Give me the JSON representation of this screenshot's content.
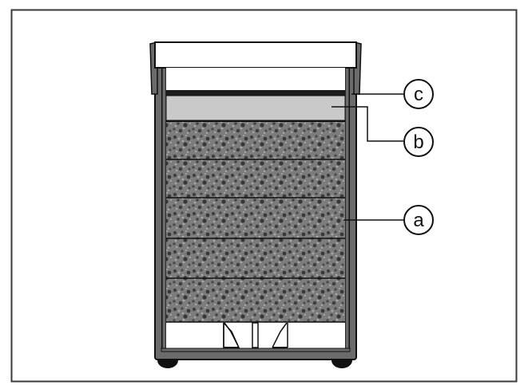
{
  "diagram": {
    "title": "",
    "description": "Cross-section of a filter container with stacked foam layers",
    "colors": {
      "frame": "#3a3a3a",
      "wall": "#6b6b6b",
      "wall_outline": "#111111",
      "foam": "#7a7a7a",
      "foam_dark": "#3c3c3c",
      "foam_light": "#a8a8a8",
      "pad": "#c9c9c9",
      "cover": "#1c1c1c",
      "background": "#ffffff"
    },
    "callouts": [
      {
        "id": "c",
        "label": "c",
        "target": "top cover / dark layer"
      },
      {
        "id": "b",
        "label": "b",
        "target": "light grey pad"
      },
      {
        "id": "a",
        "label": "a",
        "target": "foam filter layers"
      }
    ],
    "foam_layers": 5
  }
}
